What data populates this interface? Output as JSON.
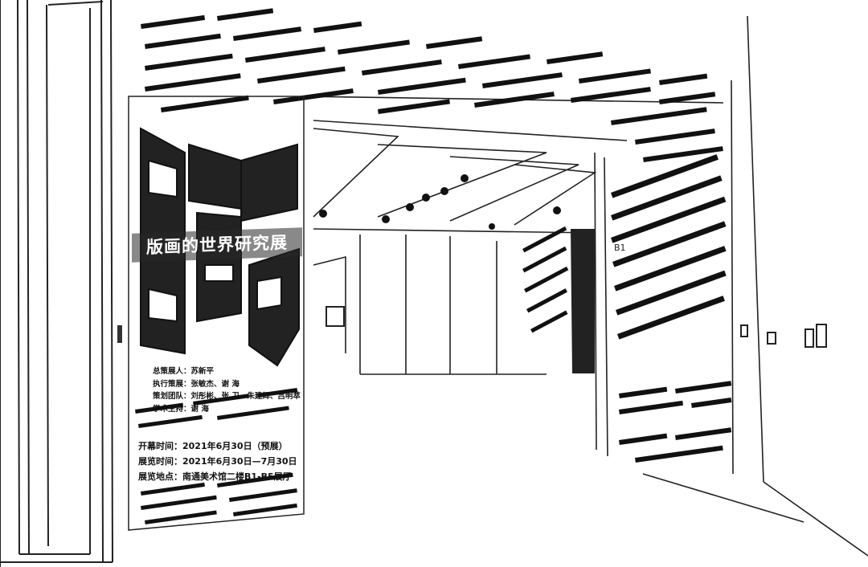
{
  "poster": {
    "title": "版画的世界研究展",
    "credits": [
      {
        "label": "总策展人：",
        "value": "苏新平"
      },
      {
        "label": "执行策展：",
        "value": "张敏杰、谢 海"
      },
      {
        "label": "策划团队：",
        "value": "刘彤彬、张 卫、朱建辉、吕明萃"
      },
      {
        "label": "学术主持：",
        "value": "谢 海"
      }
    ],
    "info": [
      {
        "label": "开幕时间：",
        "value": "2021年6月30日（预展）"
      },
      {
        "label": "展览时间：",
        "value": "2021年6月30日—7月30日"
      },
      {
        "label": "展览地点：",
        "value": "南通美术馆二楼B1-B5展厅"
      }
    ]
  },
  "wall_sign": "B1",
  "colors": {
    "ink": "#111111",
    "paper": "#ffffff",
    "wall": "#f7f7f7"
  }
}
